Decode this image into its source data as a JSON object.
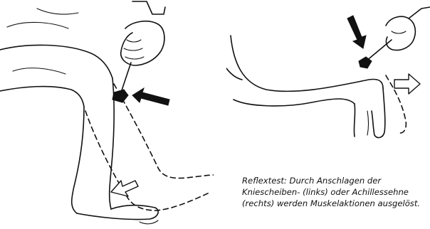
{
  "caption": {
    "text": "Reflextest: Durch Anschlagen der Kniescheiben- (links) oder Achillessehne (rechts) werden Muskelaktionen ausgelöst."
  },
  "figures": {
    "left": {
      "icon": "knee-reflex-illustration"
    },
    "right": {
      "icon": "achilles-reflex-illustration"
    }
  },
  "colors": {
    "ink": "#111111",
    "background": "#ffffff"
  }
}
